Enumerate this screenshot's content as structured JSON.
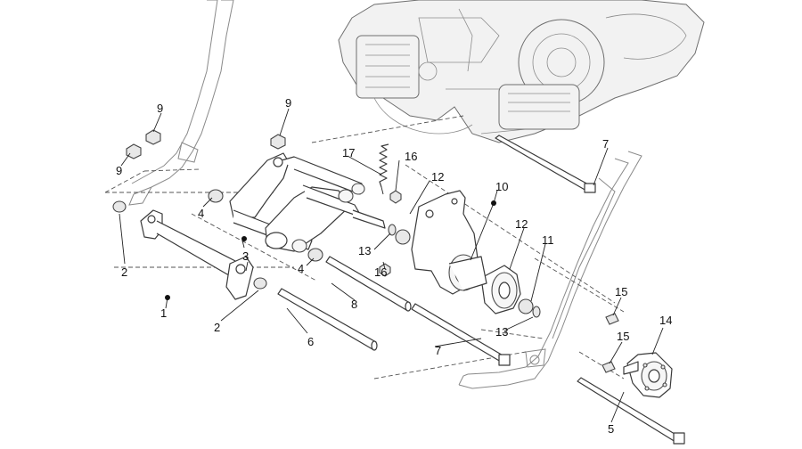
{
  "diagram": {
    "callouts": [
      {
        "id": "c1",
        "label": "1"
      },
      {
        "id": "c2a",
        "label": "2"
      },
      {
        "id": "c2b",
        "label": "2"
      },
      {
        "id": "c3",
        "label": "3"
      },
      {
        "id": "c4a",
        "label": "4"
      },
      {
        "id": "c4b",
        "label": "4"
      },
      {
        "id": "c5",
        "label": "5"
      },
      {
        "id": "c6",
        "label": "6"
      },
      {
        "id": "c7a",
        "label": "7"
      },
      {
        "id": "c7b",
        "label": "7"
      },
      {
        "id": "c8",
        "label": "8"
      },
      {
        "id": "c9a",
        "label": "9"
      },
      {
        "id": "c9b",
        "label": "9"
      },
      {
        "id": "c9c",
        "label": "9"
      },
      {
        "id": "c10",
        "label": "10"
      },
      {
        "id": "c11",
        "label": "11"
      },
      {
        "id": "c12a",
        "label": "12"
      },
      {
        "id": "c12b",
        "label": "12"
      },
      {
        "id": "c13a",
        "label": "13"
      },
      {
        "id": "c13b",
        "label": "13"
      },
      {
        "id": "c14",
        "label": "14"
      },
      {
        "id": "c15a",
        "label": "15"
      },
      {
        "id": "c15b",
        "label": "15"
      },
      {
        "id": "c16a",
        "label": "16"
      },
      {
        "id": "c16b",
        "label": "16"
      },
      {
        "id": "c17",
        "label": "17"
      }
    ]
  }
}
